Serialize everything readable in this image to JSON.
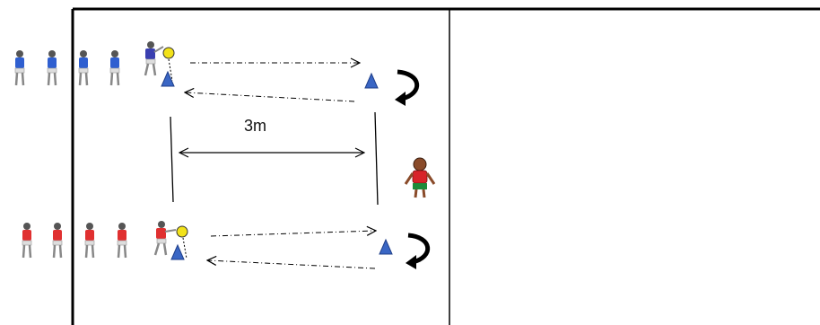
{
  "diagram": {
    "distance_label": "3m",
    "colors": {
      "team_blue": "#2f5fd0",
      "team_red": "#e03030",
      "cone": "#3a66c4",
      "ball": "#f2e21a",
      "coach_shirt": "#d8232a",
      "coach_shorts": "#1d8a3a",
      "coach_skin": "#8a4b2a",
      "line": "#000000"
    },
    "blue_queue": {
      "icon": "player-blue-icon",
      "count": 4
    },
    "red_queue": {
      "icon": "player-red-icon",
      "count": 4
    },
    "active_players": [
      {
        "team": "blue",
        "icon": "player-with-ball-icon"
      },
      {
        "team": "red",
        "icon": "player-with-ball-icon"
      }
    ],
    "cones": {
      "icon": "cone-icon",
      "count": 4
    },
    "turn_arrows": {
      "icon": "turn-arrow-icon",
      "count": 2
    },
    "coach": {
      "icon": "coach-icon"
    }
  }
}
